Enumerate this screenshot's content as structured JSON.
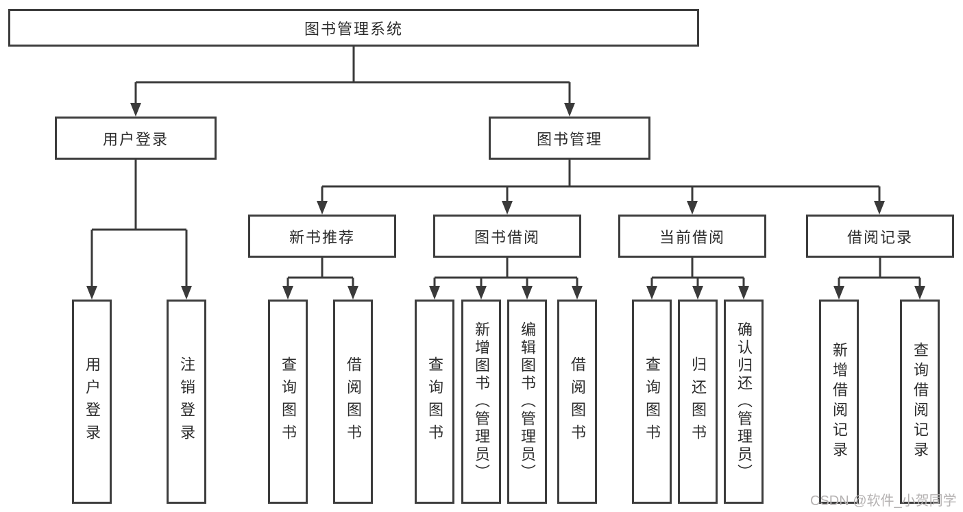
{
  "diagram_title": "图书管理系统",
  "tree": {
    "label": "图书管理系统",
    "children": [
      {
        "label": "用户登录",
        "children": [
          {
            "label": "用户登录"
          },
          {
            "label": "注销登录"
          }
        ]
      },
      {
        "label": "图书管理",
        "children": [
          {
            "label": "新书推荐",
            "children": [
              {
                "label": "查询图书"
              },
              {
                "label": "借阅图书"
              }
            ]
          },
          {
            "label": "图书借阅",
            "children": [
              {
                "label": "查询图书"
              },
              {
                "label": "新增图书（管理员）"
              },
              {
                "label": "编辑图书（管理员）"
              },
              {
                "label": "借阅图书"
              }
            ]
          },
          {
            "label": "当前借阅",
            "children": [
              {
                "label": "查询图书"
              },
              {
                "label": "归还图书"
              },
              {
                "label": "确认归还（管理员）"
              }
            ]
          },
          {
            "label": "借阅记录",
            "children": [
              {
                "label": "新增借阅记录"
              },
              {
                "label": "查询借阅记录"
              }
            ]
          }
        ]
      }
    ]
  },
  "watermark": {
    "text": "CSDN @软件_小贺同学"
  },
  "colors": {
    "line": "#3a3a3a",
    "box_border": "#3d3d3d",
    "text": "#2d2d2d",
    "watermark": "#b5b2b2",
    "background": "#ffffff"
  }
}
